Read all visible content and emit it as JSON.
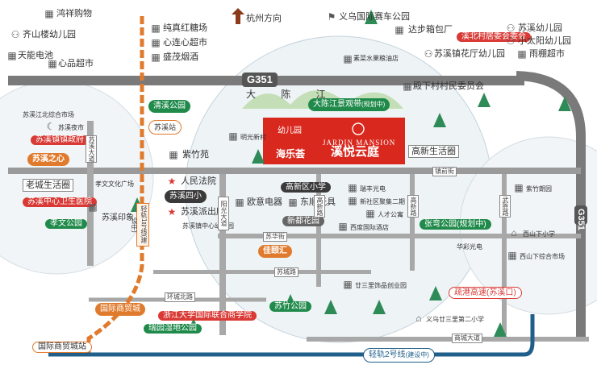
{
  "brand": {
    "red": "#d9281e",
    "green": "#1f8a4a",
    "orange": "#e07a2c",
    "rail": "#1f5f8a",
    "road": "#6e6e6e"
  },
  "project": {
    "cn_name": "溪悦云庭",
    "en_name": "JARDIN MANSION",
    "kindergarten": "幼儿园",
    "market": "海乐荟"
  },
  "roads": {
    "g351_top": "G351",
    "g351_right": "G351",
    "dachen_river": "大 陈 江",
    "hangzhou_dir": "杭州方向",
    "zhenqian": "镇前街",
    "suxi_ave": "苏溪大道",
    "yangguang": "阳光大道",
    "suhua": "苏华街",
    "sucheng": "苏城路",
    "huancheng_n": "环城北路",
    "shangcheng": "商城大道",
    "gaoxin1": "高新路",
    "gaoxin2": "高新路",
    "wusheng": "武胜路",
    "railway1": "轻轨1号线",
    "railway1_note": "(建设中)",
    "railway2": "轻轨2号线",
    "railway2_note": "(建设中)"
  },
  "pois": {
    "hongxiang": "鸿祥购物",
    "qishanlou": "齐山楼幼儿园",
    "tianneng": "天能电池",
    "xinpin": "心品超市",
    "chunzhen": "纯真红糖场",
    "xinlian": "心连心超市",
    "shengmao": "盛茂烟酒",
    "yiwu_race": "义乌国际赛车公园",
    "dashi": "达步箱包厂",
    "suxi_kg": "苏溪幼儿园",
    "xiaotaiyang": "小太阳幼儿园",
    "yuling": "雨棚超市",
    "xinxiao_kg": "溪北村居委会委会",
    "suxi_town_kg": "苏溪镇花厅幼儿园",
    "zhuxiang": "素菜水果粮油店",
    "dianxia": "殿下村村民委员会",
    "suxi_river_market": "苏溪江北综合市场",
    "suxi_night": "苏溪夜市",
    "suxi_gov": "苏溪镇镇政府",
    "suxi_heart": "苏溪之心",
    "qingxi_park": "清溪公园",
    "suxi_station": "苏溪站",
    "dachen_scenic": "大陈江景观带",
    "dachen_scenic_note": "(规划中)",
    "mingguang": "明光新村",
    "gaoxin_circle": "高新生活圈",
    "zizhu": "紫竹苑",
    "old_town": "老城生活圈",
    "suxi_health": "苏溪中心卫生医院",
    "xiaowen_square": "孝文文化广场",
    "xiaowen_park": "孝文公园",
    "suxi_yinxiang": "苏溪印象",
    "people_court": "人民法院",
    "suxi_no4": "苏溪四小",
    "police": "苏溪派出所",
    "suxi_center_kg": "苏溪镇中心幼儿园",
    "ouyi": "欧意电器",
    "gaoxin_primary": "高新区小学",
    "dongshun": "东顺玩具",
    "xindu_garden": "新都花园",
    "ruifeng": "瑞丰光电",
    "new_community": "新社区聚集二期",
    "rencai": "人才公寓",
    "xidu_hotel": "西度国际酒店",
    "zhangwan_park": "张弯公园(规划中)",
    "jiayihui": "佳颐汇",
    "huacai": "华彩光电",
    "xishan_primary": "西山下小学",
    "xishan_market": "西山下综合市场",
    "xiyan": "紫竹朗园",
    "nianli": "廿三里饰品创业园",
    "suzhu_park": "苏竹公园",
    "highway_exit": "疏港高速(苏溪口)",
    "yiwu_no2": "义乌廿三里第二小学",
    "intl_trade_city": "国际商贸城",
    "zhejiang_college": "浙江大学国际联合商学院",
    "ruiyuan_park": "瑞园湿地公园",
    "trade_station": "国际商贸城站"
  }
}
